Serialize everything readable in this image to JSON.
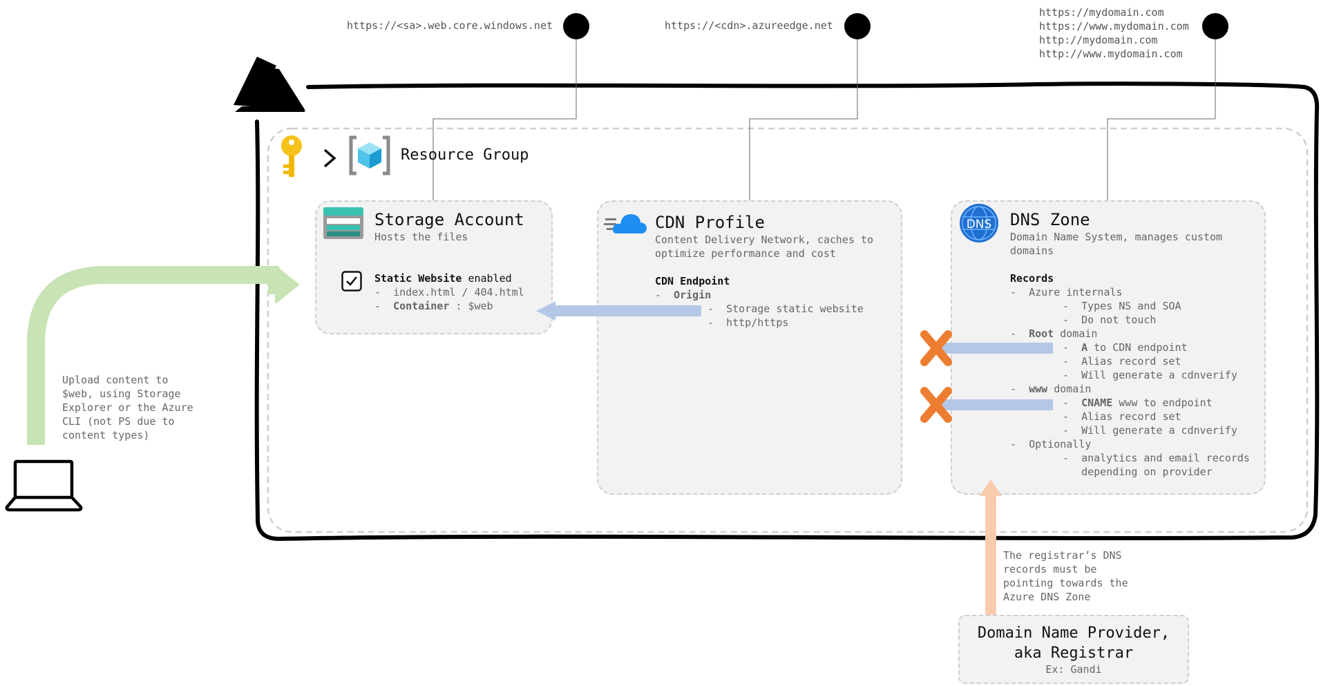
{
  "endpoints": {
    "storage_url": "https://<sa>.web.core.windows.net",
    "cdn_url": "https://<cdn>.azureedge.net",
    "custom_domains": [
      "https://mydomain.com",
      "https://www.mydomain.com",
      "http://mydomain.com",
      "http://www.mydomain.com"
    ]
  },
  "resource_group": {
    "label": "Resource Group"
  },
  "storage": {
    "title": "Storage Account",
    "subtitle": "Hosts the files",
    "static_bold": "Static Website",
    "static_rest": " enabled",
    "line1": "-  index.html / 404.html",
    "line2_dash": "-  ",
    "line2_bold": "Container",
    "line2_rest": " : $web"
  },
  "cdn": {
    "title": "CDN Profile",
    "subtitle_1": "Content Delivery Network, caches to",
    "subtitle_2": "optimize performance and cost",
    "endpoint": "CDN Endpoint",
    "origin_dash": "-  ",
    "origin": "Origin",
    "item1": "-  Storage static website",
    "item2": "-  http/https"
  },
  "dns": {
    "badge": "DNS",
    "title": "DNS Zone",
    "subtitle_1": "Domain Name System, manages custom",
    "subtitle_2": "domains",
    "records": "Records",
    "azure_internals": "-  Azure internals",
    "types": "-  Types NS and SOA",
    "do_not_touch": "-  Do not touch",
    "root_pre": "-  ",
    "root_bold": "Root",
    "root_rest": " domain",
    "a_pre": "-  ",
    "a_bold": "A",
    "a_rest": " to CDN endpoint",
    "alias": "-  Alias record set",
    "cdnverify": "-  Will generate a cdnverify",
    "www_pre": "-  ",
    "www_bold": "www",
    "www_rest": " domain",
    "cname_pre": "-  ",
    "cname_bold": "CNAME",
    "cname_rest": " www to endpoint",
    "optionally": "-  Optionally",
    "analytics": "-  analytics and email records",
    "depending": "   depending on provider"
  },
  "upload_note": [
    "Upload content to",
    "$web, using Storage",
    "Explorer or the Azure",
    "CLI (not PS due to",
    "content types)"
  ],
  "registrar_note": [
    "The registrar’s DNS",
    "records must be",
    "pointing towards the",
    "Azure DNS Zone"
  ],
  "registrar": {
    "title_1": "Domain Name Provider,",
    "title_2": "aka Registrar",
    "example": "Ex: Gandi"
  },
  "colors": {
    "upload_arrow": "#c8e3b4",
    "origin_arrow": "#b4c7e7",
    "registrar_arrow": "#f8cbad",
    "cross": "#ed7d31",
    "card_fill": "#f2f2f2",
    "dash_border": "#cfcfcf"
  },
  "icons": [
    "azure-logo-icon",
    "key-icon",
    "chevron-right-icon",
    "resource-group-icon",
    "storage-icon",
    "checkbox-checked-icon",
    "cloud-cdn-icon",
    "dns-globe-icon",
    "laptop-icon",
    "cross-icon"
  ]
}
